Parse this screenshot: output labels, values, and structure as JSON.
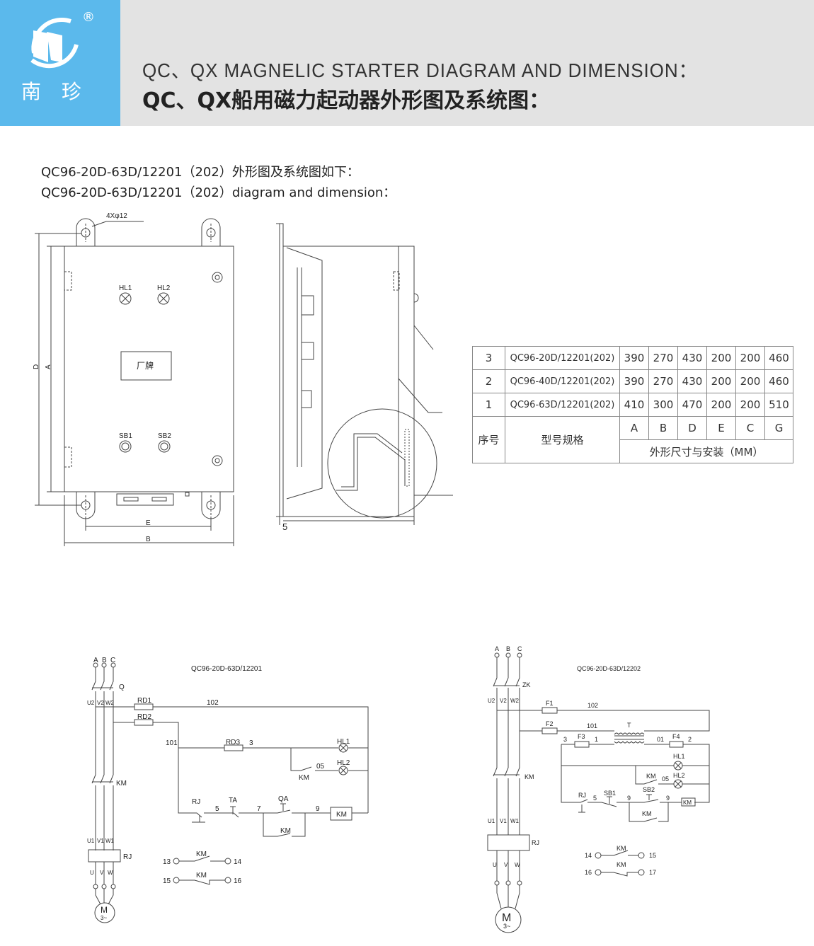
{
  "header": {
    "logo_text": "南 珍",
    "registered": "®",
    "title_en": "QC、QX MAGNELIC STARTER DIAGRAM AND DIMENSION：",
    "title_cn": "QC、QX船用磁力起动器外形图及系统图："
  },
  "subtitle": {
    "cn": "QC96-20D-63D/12201（202）外形图及系统图如下：",
    "en": "QC96-20D-63D/12201（202）diagram and dimension："
  },
  "front_view": {
    "hole_note": "4Xφ12",
    "hl1": "HL1",
    "hl2": "HL2",
    "nameplate": "厂牌",
    "sb1": "SB1",
    "sb2": "SB2",
    "dim_d": "D",
    "dim_a": "A",
    "dim_e": "E",
    "dim_b": "B"
  },
  "side_view": {
    "dim": "5"
  },
  "table": {
    "rows": [
      {
        "no": "3",
        "model": "QC96-20D/12201(202)",
        "values": [
          "390",
          "270",
          "430",
          "200",
          "200",
          "460"
        ]
      },
      {
        "no": "2",
        "model": "QC96-40D/12201(202)",
        "values": [
          "390",
          "270",
          "430",
          "200",
          "200",
          "460"
        ]
      },
      {
        "no": "1",
        "model": "QC96-63D/12201(202)",
        "values": [
          "410",
          "300",
          "470",
          "200",
          "200",
          "510"
        ]
      }
    ],
    "header_no": "序号",
    "header_model": "型号规格",
    "columns": [
      "A",
      "B",
      "D",
      "E",
      "C",
      "G"
    ],
    "header_dims": "外形尺寸与安装（MM）"
  },
  "circuit1": {
    "title": "QC96-20D-63D/12201",
    "phases": [
      "A",
      "B",
      "C"
    ],
    "q": "Q",
    "u2": "U2",
    "v2": "V2",
    "w2": "W2",
    "rd1": "RD1",
    "n102": "102",
    "rd2": "RD2",
    "n101": "101",
    "rd3": "RD3",
    "n3": "3",
    "hl1": "HL1",
    "hl2": "HL2",
    "n05": "05",
    "km": "KM",
    "rj": "RJ",
    "n5": "5",
    "ta": "TA",
    "n7": "7",
    "qa": "QA",
    "n9": "9",
    "u1": "U1",
    "v1": "V1",
    "w1": "W1",
    "u": "U",
    "v": "V",
    "w": "W",
    "motor": "M",
    "motor_sub": "3~",
    "t13": "13",
    "t14": "14",
    "t15": "15",
    "t16": "16"
  },
  "circuit2": {
    "title": "QC96-20D-63D/12202",
    "phases": [
      "A",
      "B",
      "C"
    ],
    "zk": "ZK",
    "u2": "U2",
    "v2": "V2",
    "w2": "W2",
    "f1": "F1",
    "n102": "102",
    "f2": "F2",
    "n101": "101",
    "t": "T",
    "n3": "3",
    "f3": "F3",
    "n1": "1",
    "n01": "01",
    "f4": "F4",
    "n2": "2",
    "hl1": "HL1",
    "hl2": "HL2",
    "n05": "05",
    "km": "KM",
    "rj": "RJ",
    "n5": "5",
    "sb1": "SB1",
    "n9": "9",
    "sb2": "SB2",
    "u1": "U1",
    "v1": "V1",
    "w1": "W1",
    "u": "U",
    "v": "V",
    "w": "W",
    "motor": "M",
    "motor_sub": "3~",
    "t14": "14",
    "t15": "15",
    "t16": "16",
    "t17": "17"
  },
  "colors": {
    "logo_bg": "#5bb9ec",
    "header_bg": "#e3e3e3"
  }
}
